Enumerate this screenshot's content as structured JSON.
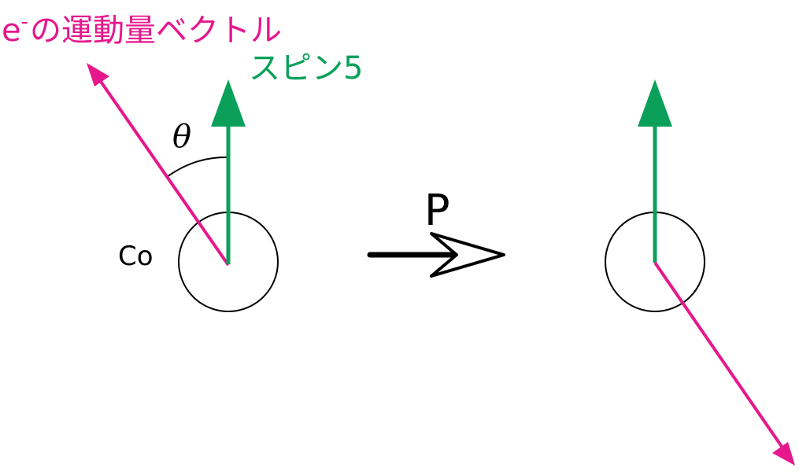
{
  "labels": {
    "momentum_prefix": "e",
    "momentum_superscript": "-",
    "momentum_rest": "の運動量ベクトル",
    "spin": "スピン5",
    "angle": "θ",
    "atom": "Co",
    "operator": "P"
  },
  "colors": {
    "momentum": "#e6178c",
    "spin": "#0aa05a",
    "outline": "#000000"
  }
}
